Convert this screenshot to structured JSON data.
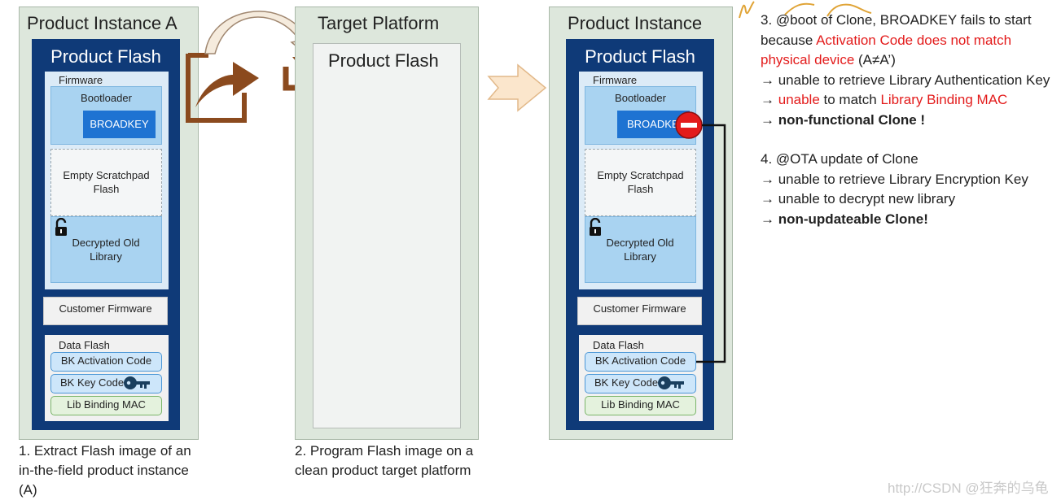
{
  "panel_a": {
    "title": "Product Instance A",
    "flash_title": "Product Flash",
    "firmware_label": "Firmware",
    "bootloader_label": "Bootloader",
    "broadkey_label": "BROADKEY",
    "scratchpad_label": "Empty Scratchpad Flash",
    "decrypted_label": "Decrypted Old Library",
    "customer_firmware_label": "Customer Firmware",
    "data_flash_label": "Data Flash",
    "activation_code_label": "BK Activation Code",
    "key_code_label": "BK Key Code",
    "binding_mac_label": "Lib Binding MAC",
    "caption": "1. Extract Flash image of an in-the-field product instance (A)"
  },
  "panel_target": {
    "title": "Target Platform",
    "flash_title": "Product Flash",
    "caption": "2. Program Flash image on a clean product target platform"
  },
  "panel_clone": {
    "title": "Product Instance",
    "flash_title": "Product Flash",
    "firmware_label": "Firmware",
    "bootloader_label": "Bootloader",
    "broadkey_label": "BROADKEY",
    "scratchpad_label": "Empty Scratchpad Flash",
    "decrypted_label": "Decrypted Old Library",
    "customer_firmware_label": "Customer Firmware",
    "data_flash_label": "Data Flash",
    "activation_code_label": "BK Activation Code",
    "key_code_label": "BK Key Code",
    "binding_mac_label": "Lib Binding MAC"
  },
  "notes": {
    "n3_a": "3. @boot of Clone, BROADKEY fails to start because ",
    "n3_red": "Activation Code does not match physical device",
    "n3_b": " (A≠A’)",
    "n3_l2": "→ unable to retrieve Library Authentication Key",
    "n3_l3_arrow": "→ ",
    "n3_l3_red1": "unable",
    "n3_l3_mid": " to match ",
    "n3_l3_red2": "Library Binding MAC",
    "n3_l4": "→ non-functional Clone !",
    "n4_title": "4. @OTA update of Clone",
    "n4_l2": "→ unable to retrieve Library Encryption Key",
    "n4_l3": "→ unable to decrypt new library",
    "n4_l4": "→ non-updateable Clone!"
  },
  "watermark": "http://CSDN @狂奔的乌龟",
  "colors": {
    "panel_bg": "#dde7dc",
    "flash_bg": "#0f3a78",
    "broadkey_bg": "#1e73d2",
    "arrow_brown": "#8b4a1e",
    "alert_red": "#e31b1b"
  },
  "icons": [
    "unlock-icon",
    "key-icon",
    "blocked-icon",
    "extract-arrow-icon",
    "program-arrow-icon",
    "flow-chevron-icon"
  ]
}
